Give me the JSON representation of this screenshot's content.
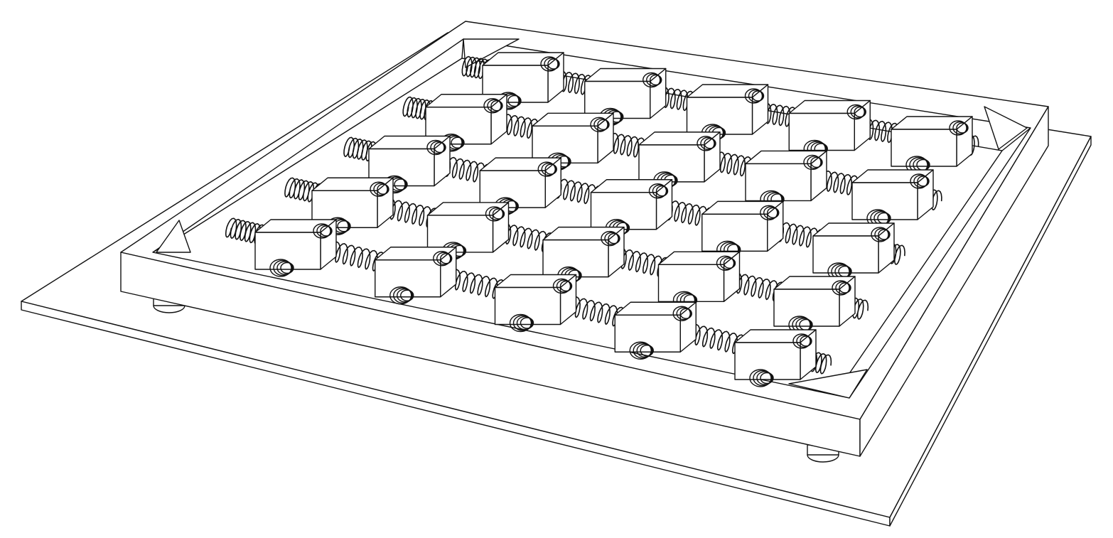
{
  "figure": {
    "description_visible_text": "",
    "grid_rows": 5,
    "grid_cols": 5,
    "components": [
      "base-plate",
      "outer-frame",
      "mass-block",
      "coil-spring",
      "foot",
      "corner-wedge"
    ]
  },
  "colors": {
    "line": "#111111",
    "fill": "#ffffff",
    "background": "#ffffff"
  }
}
